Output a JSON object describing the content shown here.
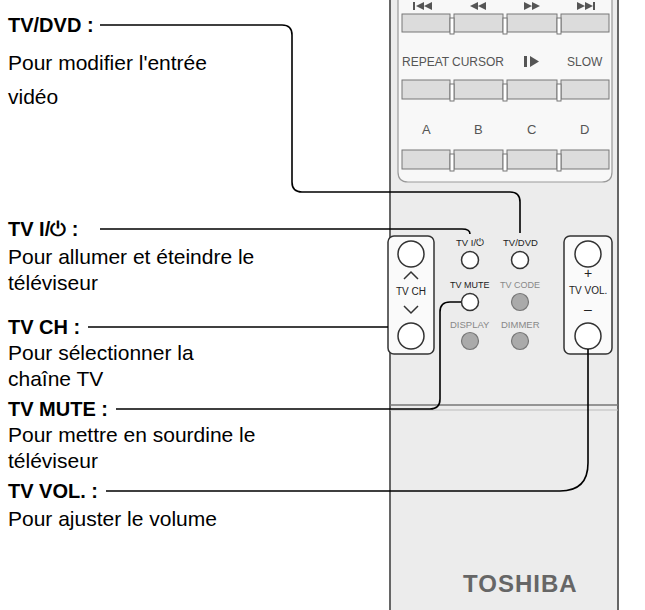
{
  "diagram": {
    "labels": [
      "TV/DVD :",
      "Pour modifier l'entrée vidéo",
      "TV I/⏻ :",
      "Pour allumer et éteindre le téléviseur",
      "TV CH :",
      "Pour sélectionner la chaîne TV",
      "TV MUTE :",
      "Pour mettre en sourdine le téléviseur",
      "TV VOL. :",
      "Pour ajuster le volume",
      "REPEAT",
      "CURSOR",
      "SLOW",
      "A",
      "B",
      "C",
      "D",
      "TV I/⏻",
      "TV/DVD",
      "TV MUTE",
      "TV CODE",
      "DISPLAY",
      "DIMMER",
      "TV CH",
      "+",
      "TV VOL.",
      "–",
      "TOSHIBA"
    ]
  }
}
